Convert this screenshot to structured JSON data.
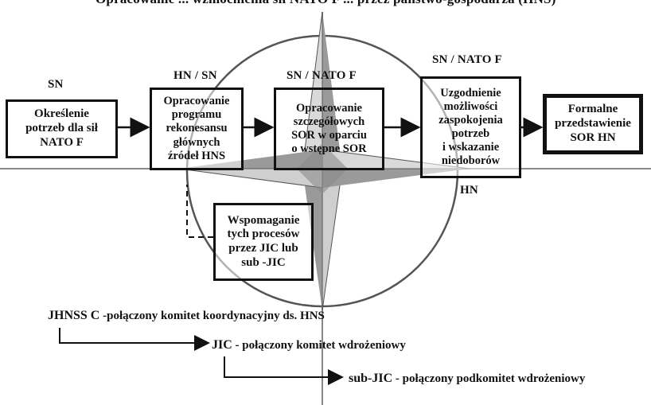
{
  "header": {
    "title": "Opracowanie ... wzmocnienia sił NATO F ... przez państwo-gospodarza (HNS)"
  },
  "roles": {
    "sn_left": "SN",
    "hn_sn": "HN /  SN",
    "sn_nato_mid": "SN  / NATO F",
    "sn_nato_right": "SN  / NATO F",
    "hn_bottom": "HN"
  },
  "boxes": {
    "b1": "Określenie\npotrzeb dla sił\nNATO F",
    "b2": "Opracowanie\nprogramu\nrekonesansu\ngłównych\nźródeł HNS",
    "b3": "Opracowanie\nszczegółowych\nSOR  w oparciu\no wstępne  SOR",
    "b4": "Uzgodnienie\nmożliwości\nzaspokojenia\npotrzeb\ni wskazanie\nniedoborów",
    "b5": "Formalne\nprzedstawienie\nSOR HN",
    "b6": "Wspomaganie\ntych procesów\nprzez JIC lub\nsub -JIC"
  },
  "legend": [
    {
      "abbr": "JHNSS C",
      "desc": " -połączony komitet koordynacyjny ds. HNS"
    },
    {
      "abbr": "JIC",
      "desc": "  - połączony komitet wdrożeniowy"
    },
    {
      "abbr": "sub-JIC",
      "desc": "  - połączony podkomitet wdrożeniowy"
    }
  ],
  "colors": {
    "ink": "#111111",
    "emblem_fill": "#9a9a9a",
    "emblem_light": "#d9d9d9",
    "circle": "#555555"
  }
}
